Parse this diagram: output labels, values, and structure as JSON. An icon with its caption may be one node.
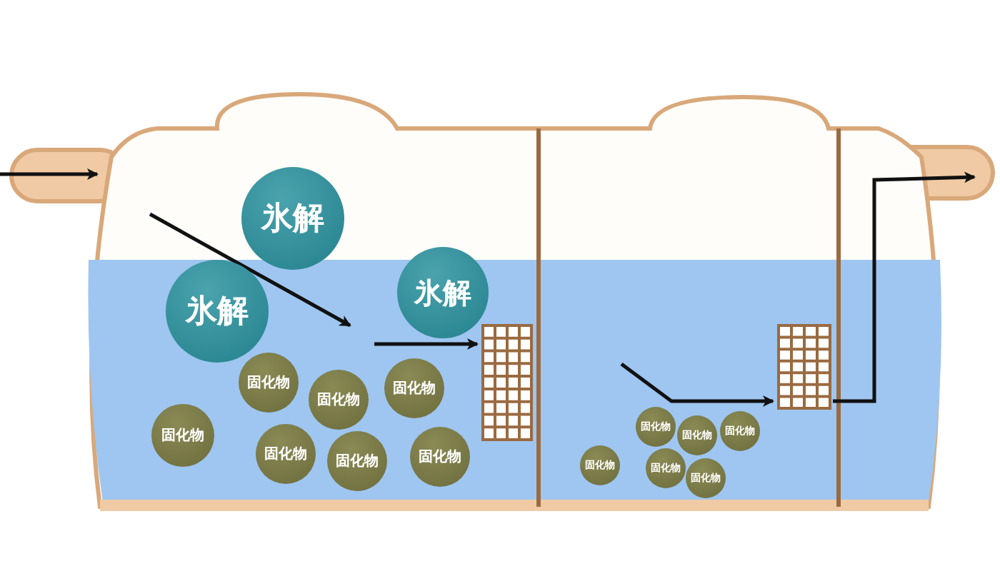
{
  "diagram": {
    "nodes": [
      {
        "text": [
          "氷解"
        ]
      },
      {
        "text": [
          "氷解"
        ]
      },
      {
        "text": [
          "氷解"
        ]
      },
      {
        "text": [
          "固化物"
        ]
      },
      {
        "text": [
          "固化物"
        ]
      },
      {
        "text": [
          "固化物"
        ]
      },
      {
        "text": [
          "固化物"
        ]
      },
      {
        "text": [
          "固化物"
        ]
      },
      {
        "text": [
          "固化物"
        ]
      },
      {
        "text": [
          "固化物"
        ]
      },
      {
        "text": [
          "固化物"
        ]
      },
      {
        "text": [
          "固化物"
        ]
      },
      {
        "text": [
          "固化物"
        ]
      },
      {
        "text": [
          "固化物"
        ]
      },
      {
        "text": [
          "固化物"
        ]
      },
      {
        "text": [
          "固化物"
        ]
      }
    ]
  }
}
